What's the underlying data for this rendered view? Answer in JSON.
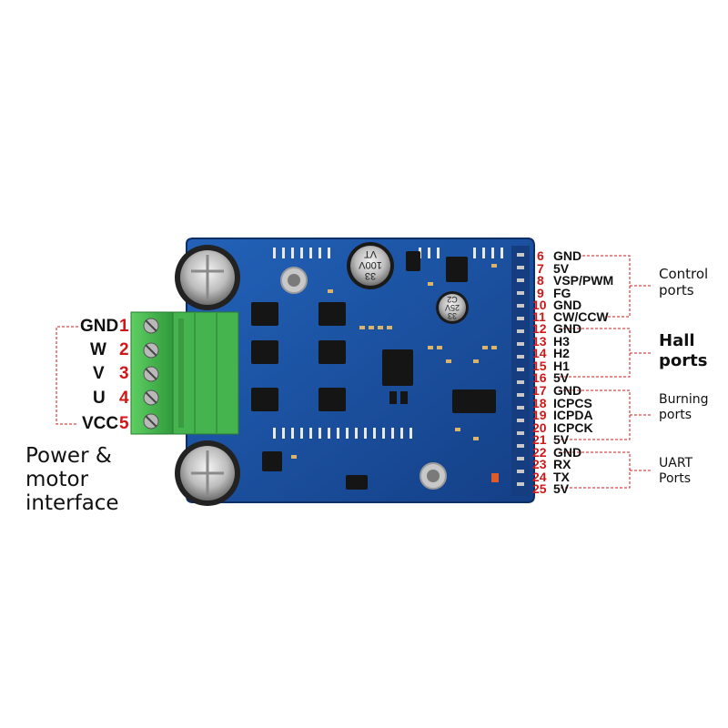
{
  "left_pins": [
    {
      "label": "GND",
      "num": "1"
    },
    {
      "label": "W",
      "num": "2"
    },
    {
      "label": "V",
      "num": "3"
    },
    {
      "label": "U",
      "num": "4"
    },
    {
      "label": "VCC",
      "num": "5"
    }
  ],
  "left_caption": [
    "Power &",
    "motor",
    "interface"
  ],
  "right_groups": [
    {
      "name": [
        "Control",
        "ports"
      ],
      "pins": [
        {
          "num": "6",
          "label": "GND"
        },
        {
          "num": "7",
          "label": "5V"
        },
        {
          "num": "8",
          "label": "VSP/PWM"
        },
        {
          "num": "9",
          "label": "FG"
        },
        {
          "num": "10",
          "label": "GND"
        },
        {
          "num": "11",
          "label": "CW/CCW"
        }
      ]
    },
    {
      "name": [
        "Hall",
        "ports"
      ],
      "pins": [
        {
          "num": "12",
          "label": "GND"
        },
        {
          "num": "13",
          "label": "H3"
        },
        {
          "num": "14",
          "label": "H2"
        },
        {
          "num": "15",
          "label": "H1"
        },
        {
          "num": "16",
          "label": "5V"
        }
      ]
    },
    {
      "name": [
        "Burning",
        "ports"
      ],
      "pins": [
        {
          "num": "17",
          "label": "GND"
        },
        {
          "num": "18",
          "label": "ICPCS"
        },
        {
          "num": "19",
          "label": "ICPDA"
        },
        {
          "num": "20",
          "label": "ICPCK"
        },
        {
          "num": "21",
          "label": "5V"
        }
      ]
    },
    {
      "name": [
        "UART",
        "Ports"
      ],
      "pins": [
        {
          "num": "22",
          "label": "GND"
        },
        {
          "num": "23",
          "label": "RX"
        },
        {
          "num": "24",
          "label": "TX"
        },
        {
          "num": "25",
          "label": "5V"
        }
      ]
    }
  ],
  "board_markings": {
    "cap_large": [
      "33",
      "100V",
      "VT"
    ],
    "cap_small": [
      "33",
      "25V",
      "C2"
    ]
  },
  "colors": {
    "pcb": "#1b4f9c",
    "pcb_dark": "#0f3a7a",
    "terminal_green": "#3fb24a",
    "pin_number_red": "#d01818",
    "leader_red": "#d01818"
  }
}
